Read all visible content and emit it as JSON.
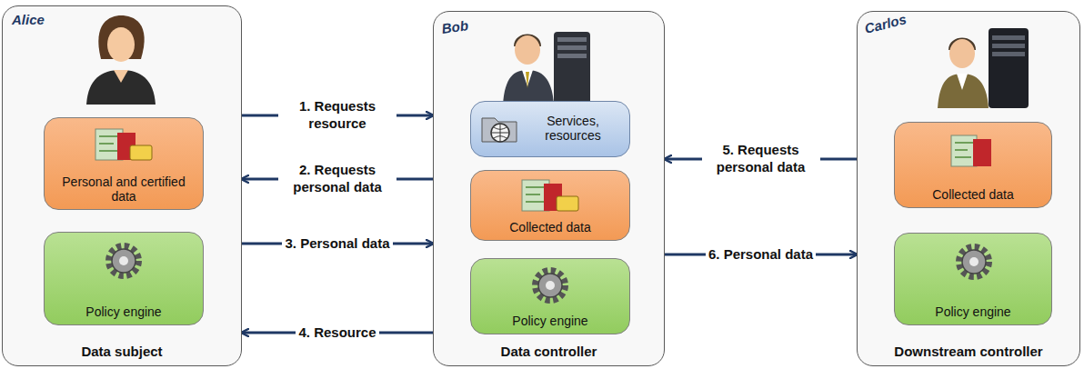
{
  "diagram": {
    "nodes": [
      {
        "text": [
          "Alice",
          "Data subject"
        ]
      },
      {
        "text": [
          "Personal and certified data"
        ],
        "in": 0
      },
      {
        "text": [
          "Policy engine"
        ],
        "in": 0
      },
      {
        "text": [
          "Bob",
          "Data controller"
        ]
      },
      {
        "text": [
          "Services, resources"
        ],
        "in": 3
      },
      {
        "text": [
          "Collected data"
        ],
        "in": 3
      },
      {
        "text": [
          "Policy engine"
        ],
        "in": 3
      },
      {
        "text": [
          "Carlos",
          "Downstream controller"
        ]
      },
      {
        "text": [
          "Collected data"
        ],
        "in": 7
      },
      {
        "text": [
          "Policy engine"
        ],
        "in": 7
      }
    ],
    "edges": [
      {
        "from": 0,
        "to": 3,
        "label": "1. Requests resource",
        "arrow": "to"
      },
      {
        "from": 3,
        "to": 0,
        "label": "2. Requests personal data",
        "arrow": "to"
      },
      {
        "from": 0,
        "to": 3,
        "label": "3. Personal data",
        "arrow": "to"
      },
      {
        "from": 3,
        "to": 0,
        "label": "4. Resource",
        "arrow": "to"
      },
      {
        "from": 7,
        "to": 3,
        "label": "5. Requests personal data",
        "arrow": "to"
      },
      {
        "from": 3,
        "to": 7,
        "label": "6. Personal data",
        "arrow": "to"
      }
    ]
  }
}
